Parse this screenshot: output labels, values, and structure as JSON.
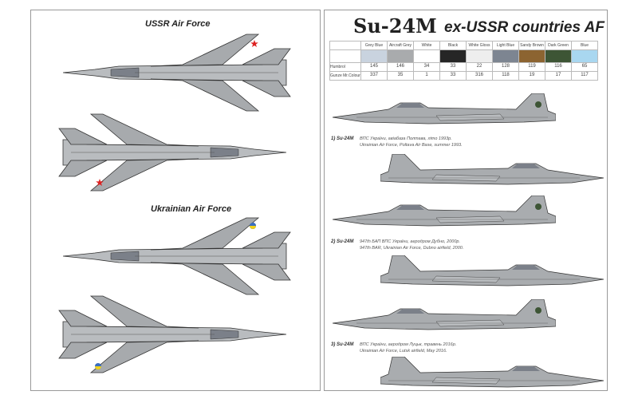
{
  "left_page": {
    "section1": "USSR Air Force",
    "section2": "Ukrainian Air Force"
  },
  "right_page": {
    "title": "Su-24M",
    "subtitle": "ex-USSR countries AF",
    "color_table": {
      "columns": [
        "Grey Blue",
        "Aircraft Grey",
        "White",
        "Black",
        "White Gloss",
        "Light Blue",
        "Sandy Brown",
        "Dark Green",
        "Blue"
      ],
      "swatches": [
        "#c9d3df",
        "#a9abad",
        "#ffffff",
        "#262626",
        "#eeeeee",
        "#7d8591",
        "#8c6431",
        "#3d5535",
        "#a9d7f0"
      ],
      "rows": [
        {
          "label": "Humbrol",
          "values": [
            "145",
            "146",
            "34",
            "33",
            "22",
            "128",
            "119",
            "116",
            "65"
          ]
        },
        {
          "label": "Gunze Mr.Colour",
          "values": [
            "337",
            "35",
            "1",
            "33",
            "316",
            "118",
            "19",
            "17",
            "117"
          ]
        }
      ]
    },
    "schemes": [
      {
        "label": "1) Su-24M",
        "line1": "ВПС України, авіабаза Полтава, літо 1993р.",
        "line2": "Ukrainian Air Force, Poltava Air Base, summer 1993."
      },
      {
        "label": "2) Su-24M",
        "line1": "947th БАП ВПС України, аеродром Дубно, 2000р.",
        "line2": "947th BAR, Ukrainian Air Force, Dubno airfield, 2000."
      },
      {
        "label": "3) Su-24M",
        "line1": "ВПС України, аеродром Луцьк, травень 2016р.",
        "line2": "Ukrainian Air Force, Lutsk airfield, May 2016."
      }
    ]
  }
}
